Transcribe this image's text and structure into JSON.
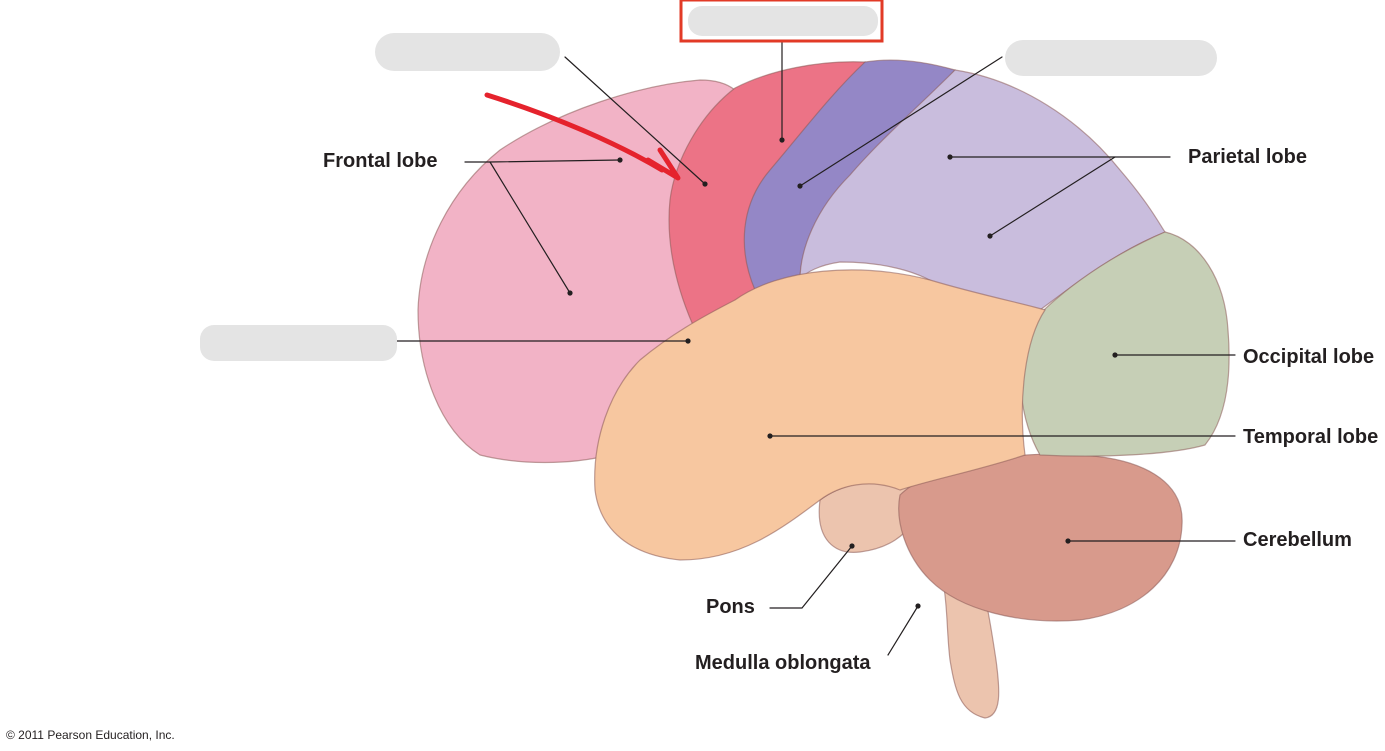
{
  "labels": {
    "frontal": "Frontal lobe",
    "parietal": "Parietal lobe",
    "occipital": "Occipital lobe",
    "temporal": "Temporal lobe",
    "cerebellum": "Cerebellum",
    "pons": "Pons",
    "medulla": "Medulla oblongata"
  },
  "copyright": "© 2011 Pearson Education, Inc.",
  "colors": {
    "frontal": "#f2b3c6",
    "precentral": "#ec7386",
    "postcentral": "#9487c6",
    "parietal": "#c9bddd",
    "occipital": "#c6cfb6",
    "temporal": "#f7c7a0",
    "cerebellum": "#d89a8c",
    "brainstem": "#ecc4ae",
    "highlight_box": "#e23a26",
    "arrow": "#e5232d",
    "hidden_label": "#e4e4e4",
    "leader": "#231f20"
  }
}
